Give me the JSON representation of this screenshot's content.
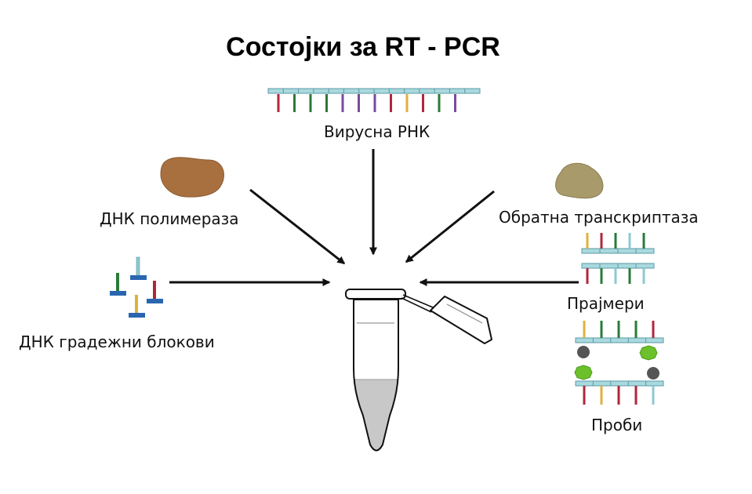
{
  "title": "Состојки за RT - PCR",
  "labels": {
    "viral_rna": "Вирусна РНК",
    "dna_polymerase": "ДНК полимераза",
    "reverse_transcriptase": "Обратна транскриптаза",
    "dna_building_blocks": "ДНК градежни блокови",
    "primers": "Прајмери",
    "probes": "Проби"
  },
  "colors": {
    "backbone": "#a9d9de",
    "backbone_stroke": "#5a9aa6",
    "base_red": "#b0273a",
    "base_green": "#2a7a3a",
    "base_purple": "#7a4aa0",
    "base_yellow": "#e0b040",
    "base_lightblue": "#8ec8d0",
    "polymerase": "#a9703f",
    "reverse_transcriptase": "#a89a6a",
    "nucleotide_base": "#2a66b0",
    "probe_quencher": "#555555",
    "probe_reporter": "#6cc02a"
  },
  "icons": {
    "rna": "rna-strand-icon",
    "polymerase": "enzyme-blob-icon",
    "reverse_transcriptase": "enzyme-blob-icon",
    "nucleotides": "nucleotide-icon",
    "primers": "primer-duplex-icon",
    "probes": "probe-duplex-icon",
    "tube": "pcr-tube-icon",
    "arrow": "arrow-icon"
  }
}
